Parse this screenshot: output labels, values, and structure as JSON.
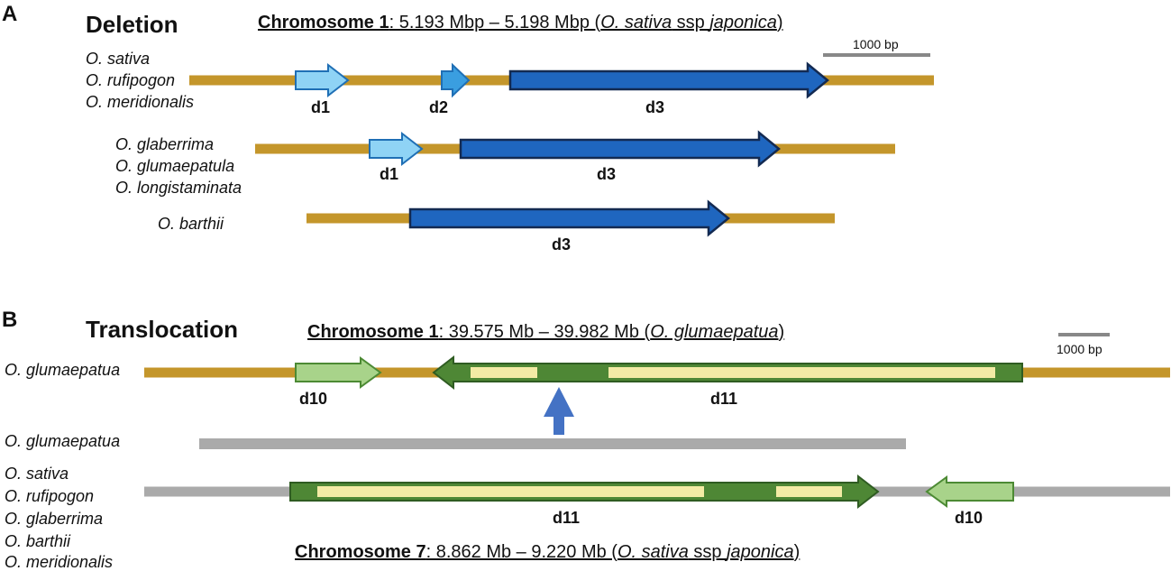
{
  "panelA": {
    "letter": "A",
    "title": "Deletion",
    "chrom_bold": "Chromosome 1",
    "chrom_range": ": 5.193 Mbp – 5.198 Mbp (",
    "chrom_species": "O. sativa",
    "chrom_ssp": " ssp ",
    "chrom_subspecies": "japonica",
    "chrom_close": ")",
    "scale_label": "1000 bp",
    "group1": [
      "O. sativa",
      "O. rufipogon",
      "O. meridionalis"
    ],
    "group2": [
      "O. glaberrima",
      "O. glumaepatula",
      "O. longistaminata"
    ],
    "group3": [
      "O. barthii"
    ],
    "labels": {
      "d1": "d1",
      "d2": "d2",
      "d3": "d3"
    }
  },
  "panelB": {
    "letter": "B",
    "title": "Translocation",
    "chrom1_bold": "Chromosome 1",
    "chrom1_range": ": 39.575 Mb – 39.982 Mb (",
    "chrom1_species": "O. glumaepatua",
    "chrom1_close": ")",
    "chrom7_bold": "Chromosome 7",
    "chrom7_range": ": 8.862 Mb – 9.220 Mb (",
    "chrom7_species": "O. sativa",
    "chrom7_ssp": " ssp ",
    "chrom7_subspecies": "japonica",
    "chrom7_close": ")",
    "scale_label": "1000 bp",
    "top_species": "O. glumaepatua",
    "mid_species": "O. glumaepatua",
    "bottom_species": [
      "O. sativa",
      "O. rufipogon",
      "O. glaberrima",
      "O. barthii",
      "O. meridionalis"
    ],
    "labels": {
      "d10": "d10",
      "d11": "d11"
    }
  },
  "colors": {
    "chromosome": "#c4962b",
    "gray_chromosome": "#aaaaaa",
    "scale_bar": "#888888",
    "d1_fill": "#8fd3f5",
    "d1_stroke": "#1f6fb5",
    "d2_fill": "#3a9ee0",
    "d3_fill": "#1f66bf",
    "d3_stroke": "#132a52",
    "d10_fill": "#a8d38a",
    "d10_stroke": "#4c8a34",
    "d11_dark": "#4e8735",
    "d11_light": "#f3eba5",
    "d11_stroke": "#2f5c22",
    "arrow_up": "#4472c4"
  }
}
